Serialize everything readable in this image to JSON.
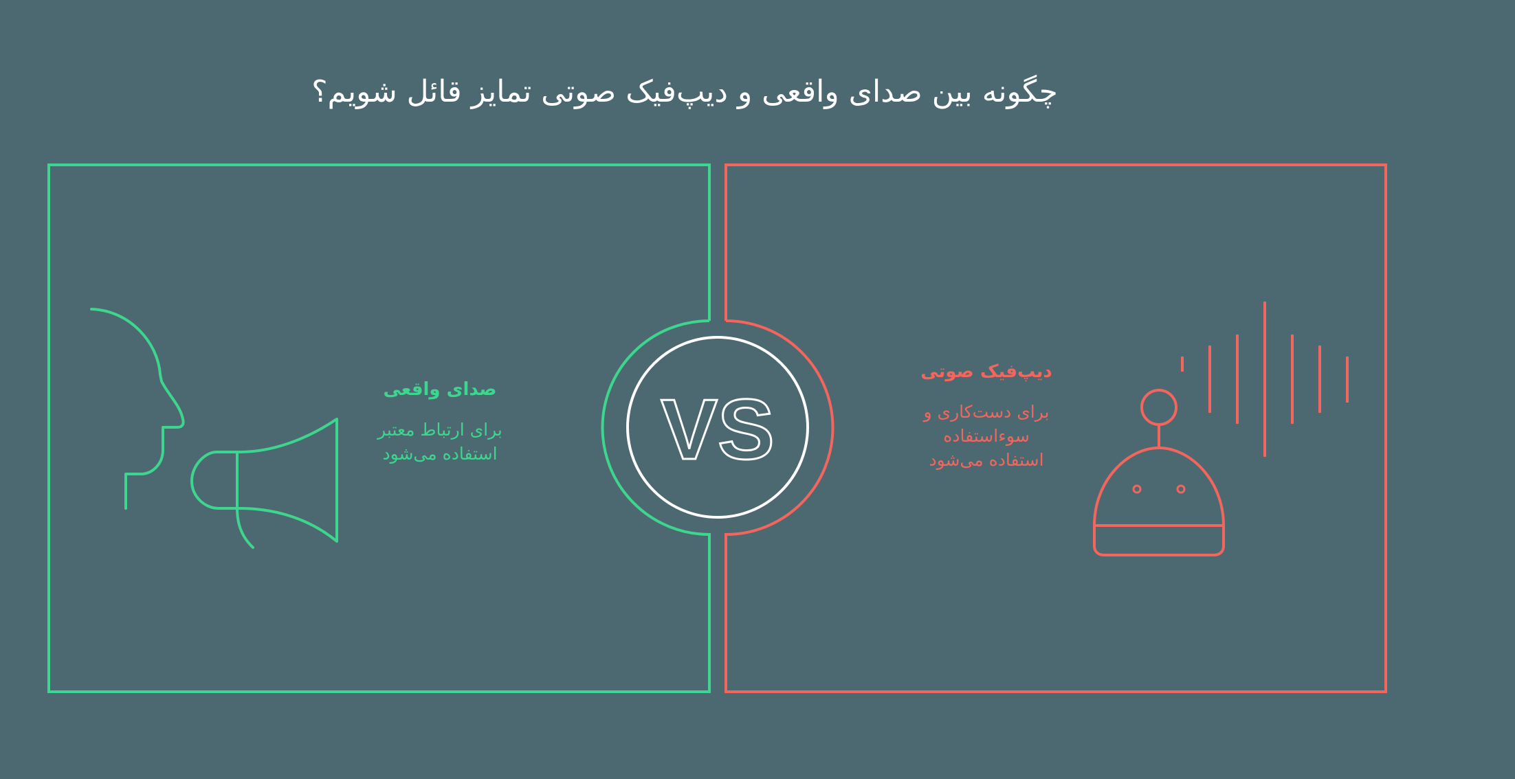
{
  "title": "چگونه بین صدای واقعی و دیپ‌فیک صوتی تمایز قائل شویم؟",
  "colors": {
    "background": "#4C6870",
    "real": "#3ED68E",
    "fake": "#F2665E",
    "vs": "#FFFFFF"
  },
  "vs_label": "VS",
  "left_panel": {
    "icon": "person-speaking-megaphone-icon",
    "heading": "صدای واقعی",
    "description_lines": [
      "برای ارتباط معتبر",
      "استفاده می‌شود"
    ]
  },
  "right_panel": {
    "icon": "robot-soundwave-icon",
    "heading": "دیپ‌فیک صوتی",
    "description_lines": [
      "برای دست‌کاری و",
      "سوءاستفاده",
      "استفاده می‌شود"
    ]
  }
}
